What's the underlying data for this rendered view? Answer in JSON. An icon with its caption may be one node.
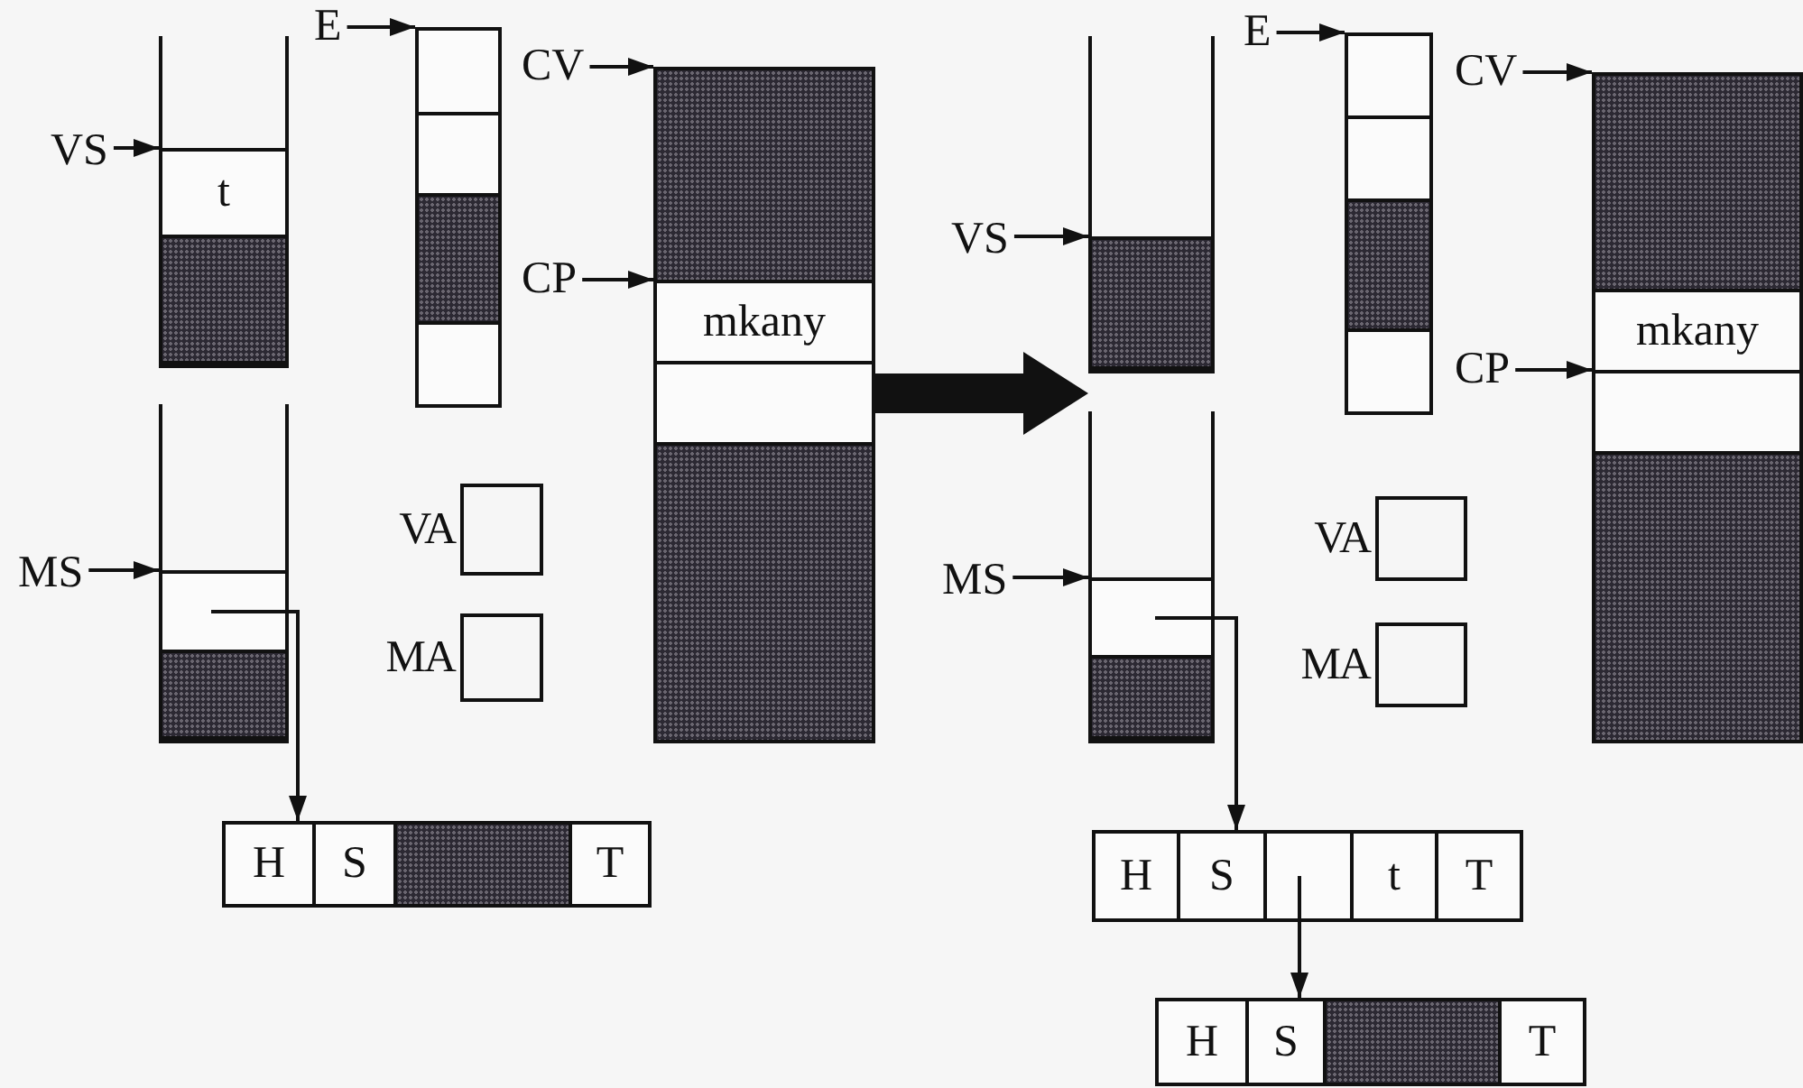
{
  "diagram": {
    "nodes": [
      {
        "text": [
          "VS"
        ]
      },
      {
        "text": [],
        "shape": "box"
      },
      {
        "text": [
          "t"
        ],
        "in": 1
      },
      {
        "text": [],
        "shape": "box",
        "in": 1
      },
      {
        "text": [
          "E"
        ]
      },
      {
        "text": [],
        "shape": "box"
      },
      {
        "text": [],
        "shape": "box",
        "in": 5
      },
      {
        "text": [],
        "shape": "box",
        "in": 5
      },
      {
        "text": [],
        "shape": "box",
        "in": 5
      },
      {
        "text": [],
        "shape": "box",
        "in": 5
      },
      {
        "text": [
          "CV"
        ]
      },
      {
        "text": [
          "CP"
        ]
      },
      {
        "text": [],
        "shape": "box"
      },
      {
        "text": [],
        "shape": "box",
        "in": 12
      },
      {
        "text": [
          "mkany"
        ],
        "in": 12
      },
      {
        "text": [],
        "shape": "box",
        "in": 12
      },
      {
        "text": [],
        "shape": "box",
        "in": 12
      },
      {
        "text": [
          "MS"
        ]
      },
      {
        "text": [],
        "shape": "box"
      },
      {
        "text": [],
        "shape": "box",
        "in": 18
      },
      {
        "text": [],
        "shape": "box",
        "in": 18
      },
      {
        "text": [
          "VA"
        ]
      },
      {
        "text": [
          "MA"
        ]
      },
      {
        "text": [],
        "shape": "box"
      },
      {
        "text": [
          "H"
        ],
        "in": 23
      },
      {
        "text": [
          "S"
        ],
        "in": 23
      },
      {
        "text": [],
        "shape": "box",
        "in": 23
      },
      {
        "text": [
          "T"
        ],
        "in": 23
      },
      {
        "text": [
          "VS"
        ]
      },
      {
        "text": [],
        "shape": "box"
      },
      {
        "text": [],
        "shape": "box",
        "in": 29
      },
      {
        "text": [
          "E"
        ]
      },
      {
        "text": [],
        "shape": "box"
      },
      {
        "text": [],
        "shape": "box",
        "in": 32
      },
      {
        "text": [],
        "shape": "box",
        "in": 32
      },
      {
        "text": [],
        "shape": "box",
        "in": 32
      },
      {
        "text": [],
        "shape": "box",
        "in": 32
      },
      {
        "text": [
          "CV"
        ]
      },
      {
        "text": [
          "CP"
        ]
      },
      {
        "text": [],
        "shape": "box"
      },
      {
        "text": [],
        "shape": "box",
        "in": 39
      },
      {
        "text": [
          "mkany"
        ],
        "in": 39
      },
      {
        "text": [],
        "shape": "box",
        "in": 39
      },
      {
        "text": [],
        "shape": "box",
        "in": 39
      },
      {
        "text": [
          "MS"
        ]
      },
      {
        "text": [],
        "shape": "box"
      },
      {
        "text": [],
        "shape": "box",
        "in": 45
      },
      {
        "text": [],
        "shape": "box",
        "in": 45
      },
      {
        "text": [
          "VA"
        ]
      },
      {
        "text": [
          "MA"
        ]
      },
      {
        "text": [],
        "shape": "box"
      },
      {
        "text": [
          "H"
        ],
        "in": 50
      },
      {
        "text": [
          "S"
        ],
        "in": 50
      },
      {
        "text": [],
        "shape": "box",
        "in": 50
      },
      {
        "text": [
          "t"
        ],
        "in": 50
      },
      {
        "text": [
          "T"
        ],
        "in": 50
      },
      {
        "text": [],
        "shape": "box"
      },
      {
        "text": [
          "H"
        ],
        "in": 56
      },
      {
        "text": [
          "S"
        ],
        "in": 56
      },
      {
        "text": [],
        "shape": "box",
        "in": 56
      },
      {
        "text": [
          "T"
        ],
        "in": 56
      }
    ],
    "edges": [
      {
        "from": 0,
        "to": 2,
        "arrow": "to"
      },
      {
        "from": 4,
        "to": 6,
        "arrow": "to"
      },
      {
        "from": 10,
        "to": 13,
        "arrow": "to"
      },
      {
        "from": 11,
        "to": 14,
        "arrow": "to"
      },
      {
        "from": 17,
        "to": 19,
        "arrow": "to"
      },
      {
        "from": 19,
        "to": 24,
        "arrow": "to"
      },
      {
        "from": 28,
        "to": 30,
        "arrow": "to"
      },
      {
        "from": 31,
        "to": 33,
        "arrow": "to"
      },
      {
        "from": 37,
        "to": 40,
        "arrow": "to"
      },
      {
        "from": 38,
        "to": 42,
        "arrow": "to"
      },
      {
        "from": 44,
        "to": 46,
        "arrow": "to"
      },
      {
        "from": 46,
        "to": 52,
        "arrow": "to"
      },
      {
        "from": 53,
        "to": 58,
        "arrow": "to"
      },
      {
        "from": 12,
        "to": 29,
        "arrow": "to",
        "style": "thick"
      }
    ]
  }
}
